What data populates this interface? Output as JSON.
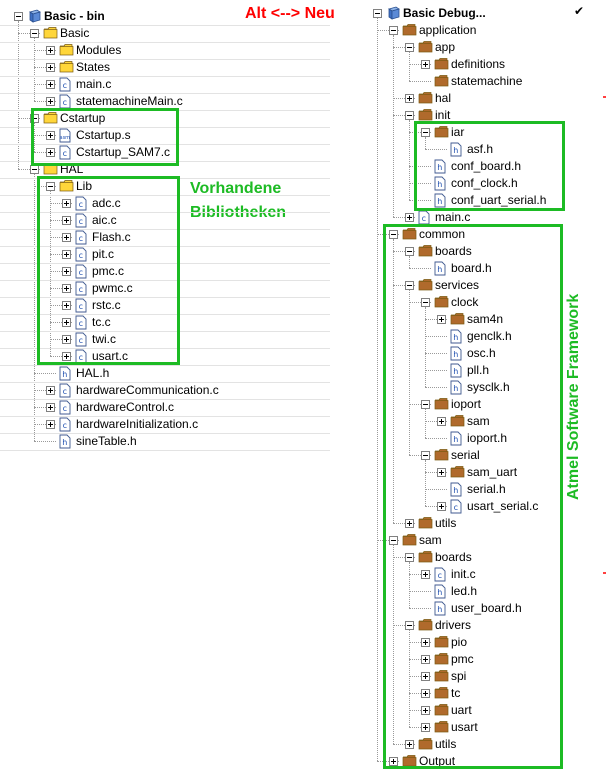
{
  "header_text": "Alt <--> Neu",
  "check_mark": "✔",
  "annotations": {
    "libraries": [
      "Vorhandene",
      "Bibliotheken"
    ],
    "framework": "Atmel Software Framework"
  },
  "colors": {
    "header_red": "#ff0000",
    "highlight_green": "#1dbb24",
    "folder_yellow": "#ffd63a",
    "folder_brown": "#b06a2c",
    "file_blue": "#3060c0"
  },
  "left_tree": [
    {
      "label": "Basic - bin",
      "icon": "project-icon",
      "expander": "minus"
    },
    {
      "label": "Basic",
      "icon": "folder-icon",
      "expander": "minus"
    },
    {
      "label": "Modules",
      "icon": "folder-icon",
      "expander": "plus"
    },
    {
      "label": "States",
      "icon": "folder-icon",
      "expander": "plus"
    },
    {
      "label": "main.c",
      "icon": "c-file-icon",
      "expander": "plus"
    },
    {
      "label": "statemachineMain.c",
      "icon": "c-file-icon",
      "expander": "plus"
    },
    {
      "label": "Cstartup",
      "icon": "folder-icon",
      "expander": "minus"
    },
    {
      "label": "Cstartup.s",
      "icon": "asm-file-icon",
      "expander": "plus"
    },
    {
      "label": "Cstartup_SAM7.c",
      "icon": "c-file-icon",
      "expander": "plus"
    },
    {
      "label": "HAL",
      "icon": "folder-icon",
      "expander": "minus"
    },
    {
      "label": "Lib",
      "icon": "folder-icon",
      "expander": "minus"
    },
    {
      "label": "adc.c",
      "icon": "c-file-icon",
      "expander": "plus"
    },
    {
      "label": "aic.c",
      "icon": "c-file-icon",
      "expander": "plus"
    },
    {
      "label": "Flash.c",
      "icon": "c-file-icon",
      "expander": "plus"
    },
    {
      "label": "pit.c",
      "icon": "c-file-icon",
      "expander": "plus"
    },
    {
      "label": "pmc.c",
      "icon": "c-file-icon",
      "expander": "plus"
    },
    {
      "label": "pwmc.c",
      "icon": "c-file-icon",
      "expander": "plus"
    },
    {
      "label": "rstc.c",
      "icon": "c-file-icon",
      "expander": "plus"
    },
    {
      "label": "tc.c",
      "icon": "c-file-icon",
      "expander": "plus"
    },
    {
      "label": "twi.c",
      "icon": "c-file-icon",
      "expander": "plus"
    },
    {
      "label": "usart.c",
      "icon": "c-file-icon",
      "expander": "plus"
    },
    {
      "label": "HAL.h",
      "icon": "h-file-icon",
      "expander": "none"
    },
    {
      "label": "hardwareCommunication.c",
      "icon": "c-file-icon",
      "expander": "plus"
    },
    {
      "label": "hardwareControl.c",
      "icon": "c-file-icon",
      "expander": "plus"
    },
    {
      "label": "hardwareInitialization.c",
      "icon": "c-file-icon",
      "expander": "plus"
    },
    {
      "label": "sineTable.h",
      "icon": "h-file-icon",
      "expander": "none"
    }
  ],
  "right_tree": [
    {
      "label": "Basic Debug...",
      "icon": "project-icon",
      "expander": "minus"
    },
    {
      "label": "application",
      "icon": "folder-icon",
      "expander": "minus"
    },
    {
      "label": "app",
      "icon": "folder-icon",
      "expander": "minus"
    },
    {
      "label": "definitions",
      "icon": "folder-icon",
      "expander": "plus"
    },
    {
      "label": "statemachine",
      "icon": "folder-icon",
      "expander": "none"
    },
    {
      "label": "hal",
      "icon": "folder-icon",
      "expander": "plus"
    },
    {
      "label": "init",
      "icon": "folder-icon",
      "expander": "minus"
    },
    {
      "label": "iar",
      "icon": "folder-icon",
      "expander": "minus"
    },
    {
      "label": "asf.h",
      "icon": "h-file-icon",
      "expander": "none"
    },
    {
      "label": "conf_board.h",
      "icon": "h-file-icon",
      "expander": "none"
    },
    {
      "label": "conf_clock.h",
      "icon": "h-file-icon",
      "expander": "none"
    },
    {
      "label": "conf_uart_serial.h",
      "icon": "h-file-icon",
      "expander": "none"
    },
    {
      "label": "main.c",
      "icon": "c-file-icon",
      "expander": "plus"
    },
    {
      "label": "common",
      "icon": "folder-icon",
      "expander": "minus"
    },
    {
      "label": "boards",
      "icon": "folder-icon",
      "expander": "minus"
    },
    {
      "label": "board.h",
      "icon": "h-file-icon",
      "expander": "none"
    },
    {
      "label": "services",
      "icon": "folder-icon",
      "expander": "minus"
    },
    {
      "label": "clock",
      "icon": "folder-icon",
      "expander": "minus"
    },
    {
      "label": "sam4n",
      "icon": "folder-icon",
      "expander": "plus"
    },
    {
      "label": "genclk.h",
      "icon": "h-file-icon",
      "expander": "none"
    },
    {
      "label": "osc.h",
      "icon": "h-file-icon",
      "expander": "none"
    },
    {
      "label": "pll.h",
      "icon": "h-file-icon",
      "expander": "none"
    },
    {
      "label": "sysclk.h",
      "icon": "h-file-icon",
      "expander": "none"
    },
    {
      "label": "ioport",
      "icon": "folder-icon",
      "expander": "minus"
    },
    {
      "label": "sam",
      "icon": "folder-icon",
      "expander": "plus"
    },
    {
      "label": "ioport.h",
      "icon": "h-file-icon",
      "expander": "none"
    },
    {
      "label": "serial",
      "icon": "folder-icon",
      "expander": "minus"
    },
    {
      "label": "sam_uart",
      "icon": "folder-icon",
      "expander": "plus"
    },
    {
      "label": "serial.h",
      "icon": "h-file-icon",
      "expander": "none"
    },
    {
      "label": "usart_serial.c",
      "icon": "c-file-icon",
      "expander": "plus"
    },
    {
      "label": "utils",
      "icon": "folder-icon",
      "expander": "plus"
    },
    {
      "label": "sam",
      "icon": "folder-icon",
      "expander": "minus"
    },
    {
      "label": "boards",
      "icon": "folder-icon",
      "expander": "minus"
    },
    {
      "label": "init.c",
      "icon": "c-file-icon",
      "expander": "plus"
    },
    {
      "label": "led.h",
      "icon": "h-file-icon",
      "expander": "none"
    },
    {
      "label": "user_board.h",
      "icon": "h-file-icon",
      "expander": "none"
    },
    {
      "label": "drivers",
      "icon": "folder-icon",
      "expander": "minus"
    },
    {
      "label": "pio",
      "icon": "folder-icon",
      "expander": "plus"
    },
    {
      "label": "pmc",
      "icon": "folder-icon",
      "expander": "plus"
    },
    {
      "label": "spi",
      "icon": "folder-icon",
      "expander": "plus"
    },
    {
      "label": "tc",
      "icon": "folder-icon",
      "expander": "plus"
    },
    {
      "label": "uart",
      "icon": "folder-icon",
      "expander": "plus"
    },
    {
      "label": "usart",
      "icon": "folder-icon",
      "expander": "plus"
    },
    {
      "label": "utils",
      "icon": "folder-icon",
      "expander": "plus"
    },
    {
      "label": "Output",
      "icon": "folder-icon",
      "expander": "plus"
    }
  ]
}
